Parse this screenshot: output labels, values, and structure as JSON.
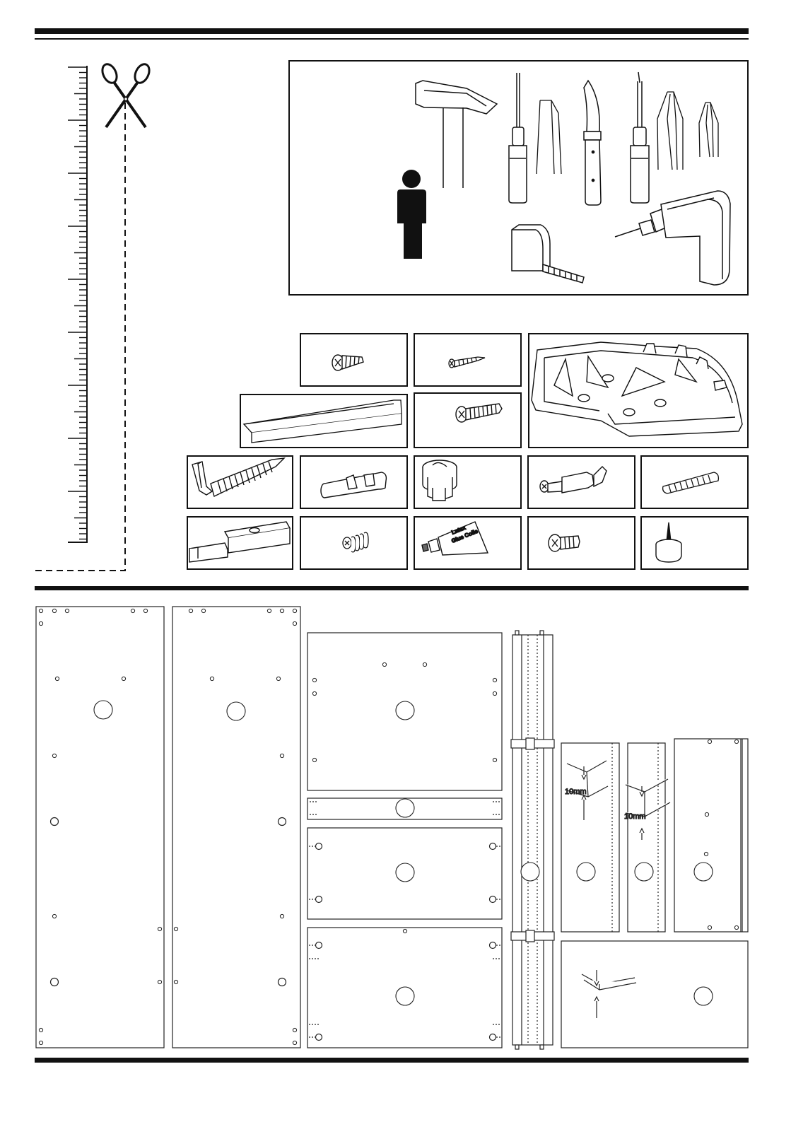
{
  "sheet": {
    "kind": "furniture-assembly-parts-sheet"
  },
  "tools": [
    {
      "icon": "person-icon"
    },
    {
      "icon": "hammer-icon"
    },
    {
      "icon": "flathead-screwdriver-icon"
    },
    {
      "icon": "flathead-bit-icon"
    },
    {
      "icon": "knife-icon"
    },
    {
      "icon": "phillips-screwdriver-icon"
    },
    {
      "icon": "phillips-bit-icon"
    },
    {
      "icon": "small-phillips-bit-icon"
    },
    {
      "icon": "tape-measure-icon"
    },
    {
      "icon": "power-drill-icon"
    }
  ],
  "hardware": [
    {
      "icon": "short-screw-icon"
    },
    {
      "icon": "wood-screw-icon"
    },
    {
      "icon": "plastic-corner-bracket-icon"
    },
    {
      "icon": "aluminium-rail-icon"
    },
    {
      "icon": "long-screw-icon"
    },
    {
      "icon": "lag-screw-hook-icon"
    },
    {
      "icon": "wall-plug-icon"
    },
    {
      "icon": "cam-lock-icon"
    },
    {
      "icon": "cam-bolt-icon"
    },
    {
      "icon": "wooden-dowel-icon"
    },
    {
      "icon": "drawer-slide-icon"
    },
    {
      "icon": "spring-screw-icon"
    },
    {
      "icon": "glue-tube-icon"
    },
    {
      "icon": "flat-screw-icon"
    },
    {
      "icon": "furniture-glide-icon"
    }
  ],
  "glue_label": {
    "line1": "Latex",
    "line2": "Glue Colle"
  },
  "measurements": {
    "notch_left": "10mm",
    "notch_right": "10mm"
  }
}
